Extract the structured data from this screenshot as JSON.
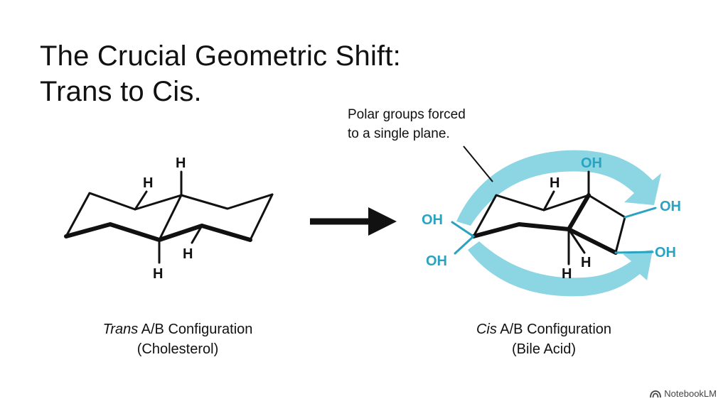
{
  "title": {
    "line1": "The Crucial Geometric Shift:",
    "line2": "Trans to Cis."
  },
  "annotation": {
    "line1": "Polar groups forced",
    "line2": "to a single plane."
  },
  "left_molecule": {
    "caption_italic": "Trans",
    "caption_rest": "A/B Configuration",
    "caption_line2": "(Cholesterol)",
    "atom_labels": [
      "H",
      "H",
      "H",
      "H"
    ]
  },
  "right_molecule": {
    "caption_italic": "Cis",
    "caption_rest": "A/B Configuration",
    "caption_line2": "(Bile Acid)",
    "h_labels": [
      "H",
      "H",
      "H"
    ],
    "oh_labels": [
      "OH",
      "OH",
      "OH",
      "OH",
      "OH"
    ]
  },
  "colors": {
    "text": "#111111",
    "accent_teal": "#2aa3c0",
    "arrow_light_teal": "#7fd0e0",
    "reaction_arrow": "#111111"
  },
  "icons": {
    "reaction_arrow": "right-arrow-icon",
    "brand": "notebooklm-logo-icon"
  },
  "brand": {
    "name": "NotebookLM"
  }
}
